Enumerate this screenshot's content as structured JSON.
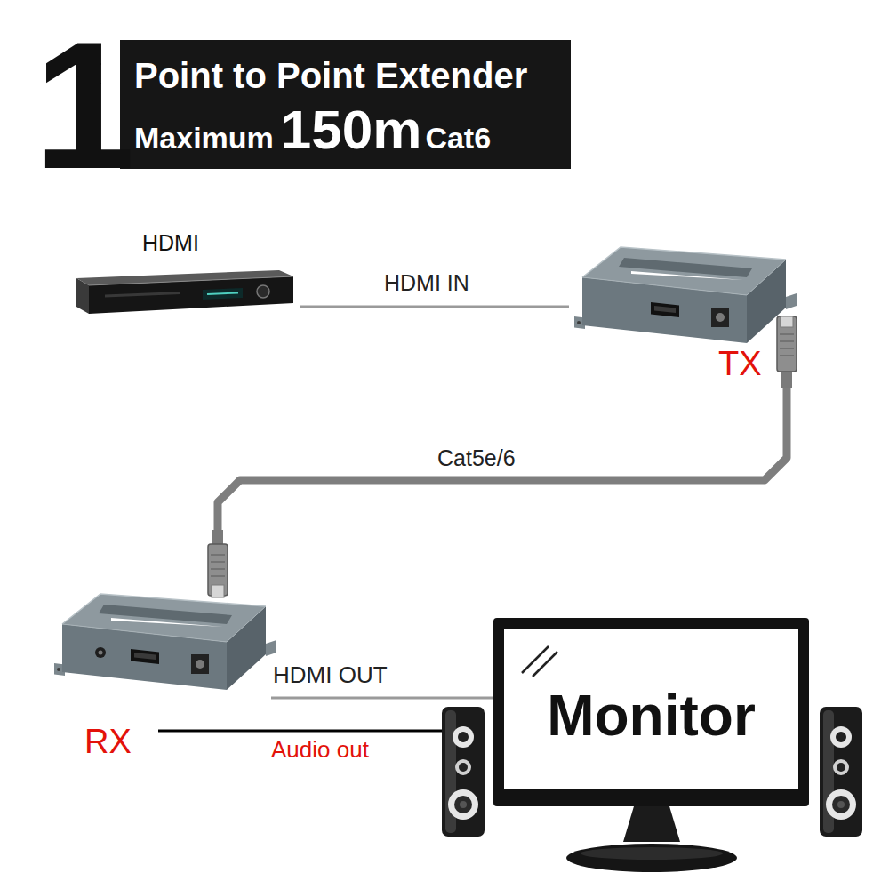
{
  "diagram": {
    "title": "Point to Point Extender",
    "nodes": [
      {
        "text": [
          "HDMI"
        ]
      },
      {
        "text": [
          "TX"
        ]
      },
      {
        "text": [
          "RX"
        ]
      },
      {
        "text": [
          "Monitor"
        ]
      }
    ],
    "edges": [
      {
        "from": 0,
        "to": 1,
        "label": "HDMI IN",
        "arrow": "none"
      },
      {
        "from": 1,
        "to": 2,
        "label": "Cat5e/6",
        "arrow": "none"
      },
      {
        "from": 2,
        "to": 3,
        "label": "HDMI OUT",
        "arrow": "none"
      }
    ],
    "labels": [
      "1",
      "Maximum",
      "150m",
      "Cat6",
      "Audio out"
    ]
  }
}
